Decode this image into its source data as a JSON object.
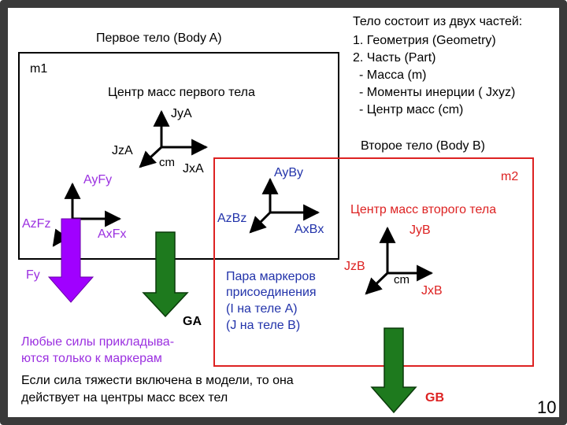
{
  "info": {
    "title": "Тело состоит из двух частей:",
    "items": [
      "1. Геометрия (Geometry)",
      "2. Часть (Part)",
      "- Масса (m)",
      "- Моменты инерции ( Jxyz)",
      "- Центр масс (cm)"
    ]
  },
  "body_a": {
    "title": "Первое тело (Body A)",
    "mass": "m1",
    "cm_title": "Центр масс первого тела",
    "jy": "JyA",
    "jz": "JzA",
    "jx": "JxA",
    "cm": "cm"
  },
  "body_b": {
    "title": "Второе тело (Body B)",
    "mass": "m2",
    "cm_title": "Центр масс второго тела",
    "jy": "JyB",
    "jz": "JzB",
    "jx": "JxB",
    "cm": "cm"
  },
  "marker_a": {
    "ay": "AyFy",
    "az": "AzFz",
    "ax": "AxFx",
    "force": "Fy"
  },
  "marker_b": {
    "ay": "AyBy",
    "az": "AzBz",
    "ax": "AxBx"
  },
  "connection": {
    "lines": [
      "Пара маркеров",
      "присоединения",
      "(I на теле A)",
      "(J на теле B)"
    ]
  },
  "forces_note": {
    "lines": [
      "Любые силы приклады­ва-",
      "ются только к маркерам"
    ]
  },
  "gravity_note": {
    "lines": [
      "Если сила тяжести включена в модели, то она",
      "действует на центры масс всех тел"
    ]
  },
  "gravity": {
    "ga": "GA",
    "gb": "GB"
  },
  "page_number": "10",
  "colors": {
    "body_b_border": "#dd2222",
    "force_arrow": "#a000ff",
    "gravity_arrow": "#1e7a1e",
    "connection_text": "#2233aa",
    "forces_text": "#9b30e0"
  }
}
